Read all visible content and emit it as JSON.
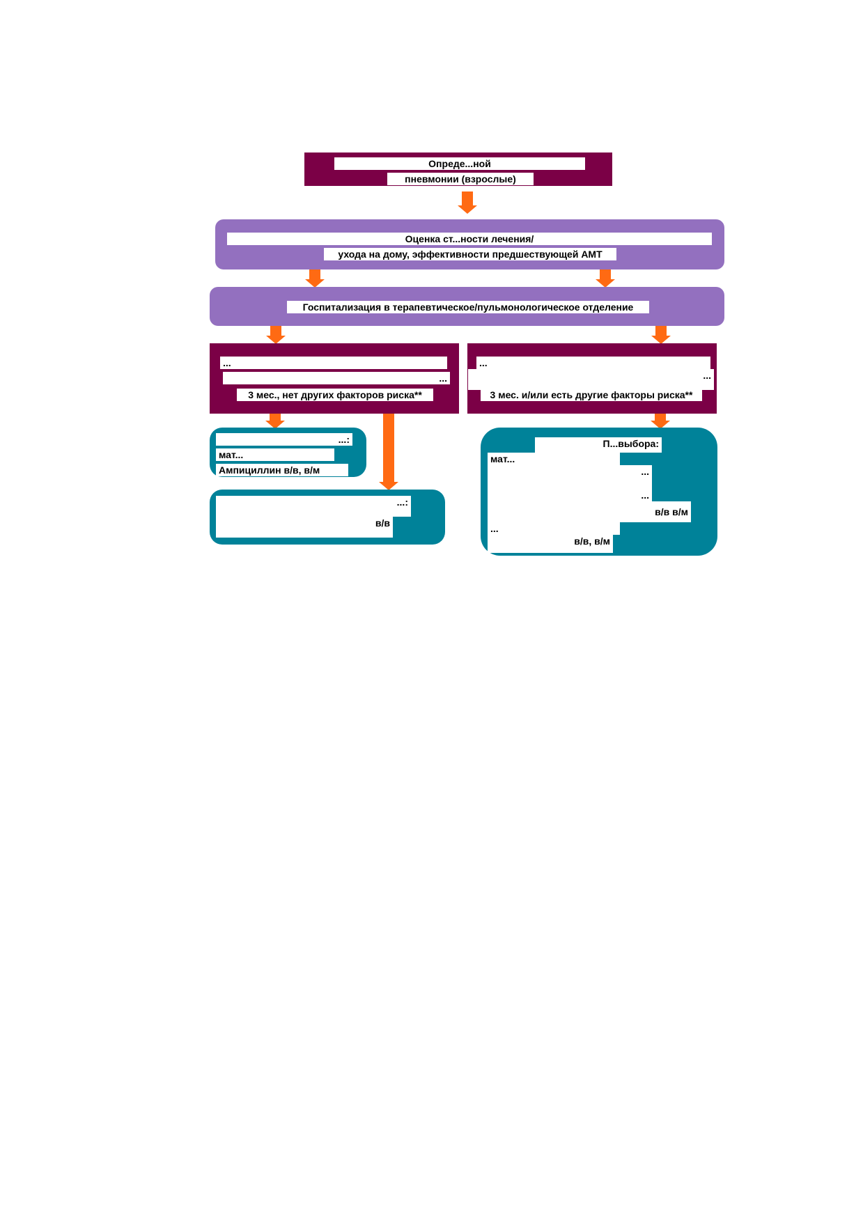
{
  "diagram": {
    "title": {
      "line1": "Опреде...ной",
      "line2": "пневмонии (взрослые)"
    },
    "assessment": {
      "line1": "Оценка ст...ности лечения/",
      "line2": "ухода на дому, эффективности предшествующей АМТ"
    },
    "hospitalization": {
      "line1": "Госпитализация в терапевтическое/пульмонологическое отделение"
    },
    "left_branch": {
      "line1": "...",
      "line2": "...",
      "line3": "3 мес., нет других факторов риска**"
    },
    "right_branch": {
      "line1": "...",
      "line2": "...",
      "line3": "3 мес. и/или есть другие факторы риска**"
    },
    "left_choice": {
      "line1": "...:",
      "line2": "мат...",
      "line3": "Ампициллин в/в, в/м"
    },
    "left_bottom": {
      "line1": "...:",
      "line2": "в/в"
    },
    "right_choice": {
      "line1": "П...выбора:",
      "line2": "мат...",
      "line3": "...",
      "line4": "...",
      "line5": "в/в в/м",
      "line6": "...",
      "line7": "в/в, в/м"
    },
    "colors": {
      "maroon": "#7b0046",
      "purple": "#9370bf",
      "teal": "#008299",
      "arrow": "#ff6a13"
    }
  }
}
